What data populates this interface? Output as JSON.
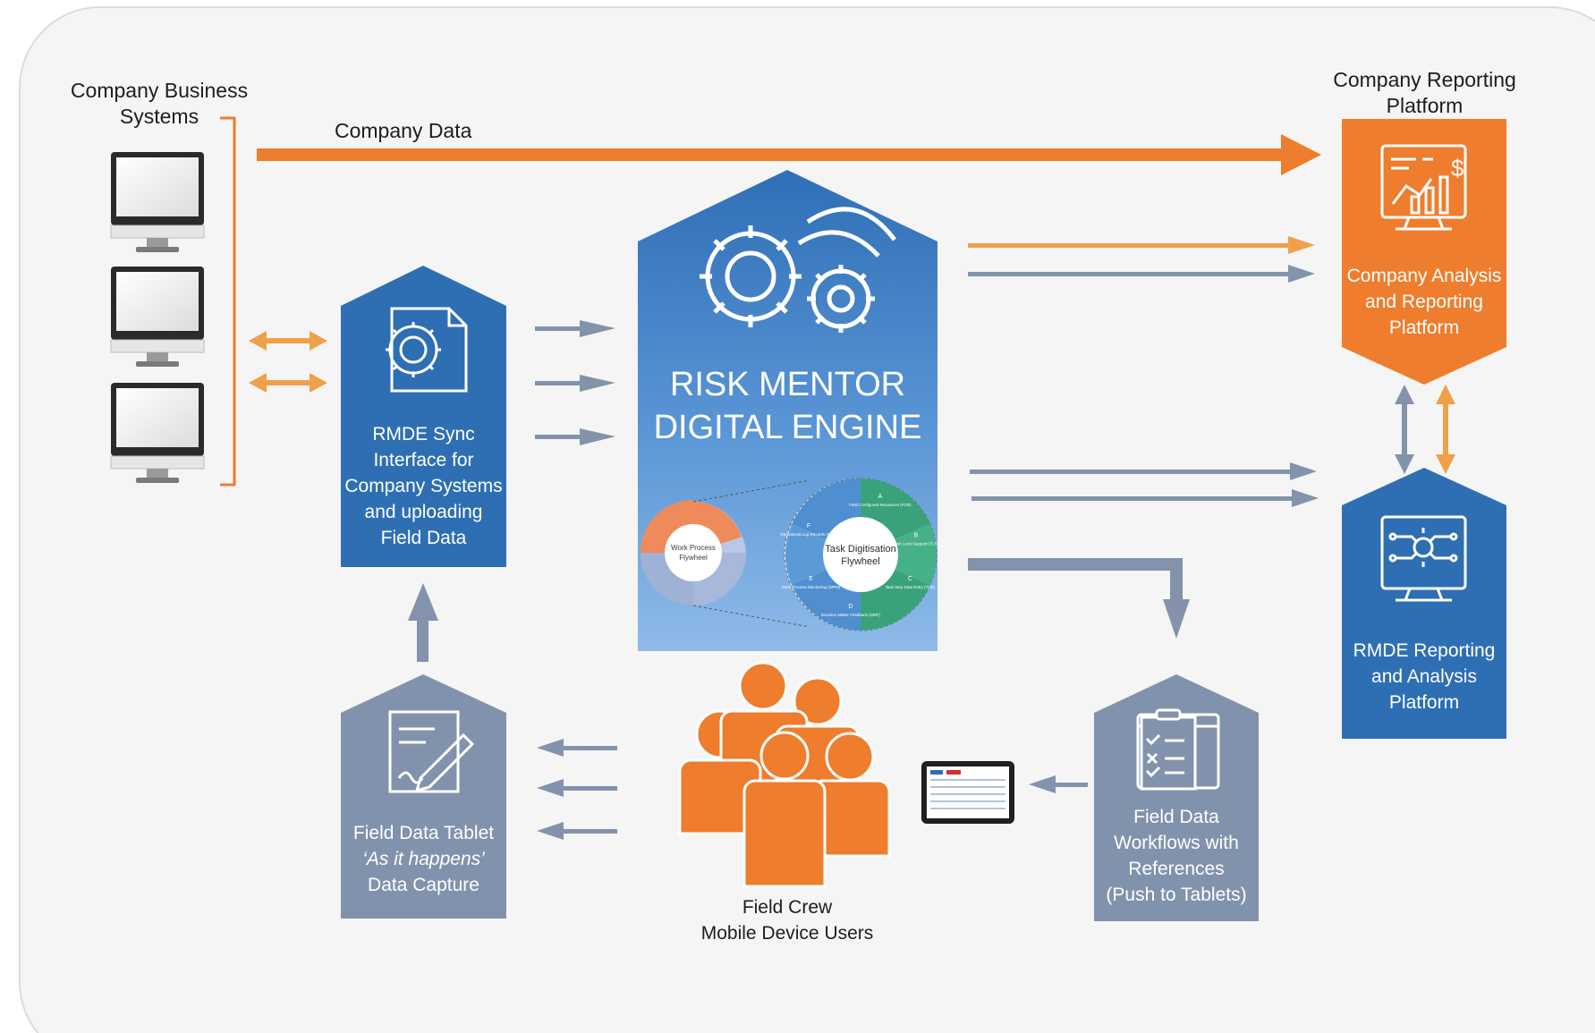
{
  "colors": {
    "orange": "#ee7d2d",
    "blue": "#2e6fb3",
    "slate": "#8193ac",
    "arrow_slate": "#8293ab",
    "background": "#f5f5f5"
  },
  "nodes": {
    "business_systems": {
      "lines": [
        "Company Business",
        "Systems"
      ],
      "icon": "desktop-monitor-icon"
    },
    "reporting_platform_title": {
      "lines": [
        "Company Reporting",
        "Platform"
      ]
    },
    "company_data": {
      "label": "Company Data"
    },
    "sync_interface": {
      "lines": [
        "RMDE Sync",
        "Interface for",
        "Company Systems",
        "and uploading",
        "Field Data"
      ],
      "icon": "document-sync-gear-icon"
    },
    "engine": {
      "lines": [
        "RISK MENTOR",
        "DIGITAL ENGINE"
      ],
      "icon": "gears-signal-icon"
    },
    "flywheel_small": {
      "title": [
        "Work Process",
        "Flywheel"
      ]
    },
    "flywheel_large": {
      "title": [
        "Task Digitisation",
        "Flywheel"
      ],
      "segments": [
        {
          "letter": "A",
          "text": "Field Configured Resources (FCR)"
        },
        {
          "letter": "B",
          "text": "Task Level Support (TLS)"
        },
        {
          "letter": "C",
          "text": "Task Step Data Entry (TDE)"
        },
        {
          "letter": "D",
          "text": "Decision Maker Feedback (DMF)"
        },
        {
          "letter": "E",
          "text": "Work Process Monitoring (WPM)"
        },
        {
          "letter": "F",
          "text": "Operational Log Records (OLR)"
        }
      ]
    },
    "company_analysis": {
      "lines": [
        "Company Analysis",
        "and Reporting",
        "Platform"
      ],
      "icon": "analytics-dashboard-icon"
    },
    "rmde_reporting": {
      "lines": [
        "RMDE Reporting",
        "and Analysis",
        "Platform"
      ],
      "icon": "circuit-monitor-icon"
    },
    "field_tablet": {
      "lines": [
        "Field Data Tablet",
        "‘As it happens’",
        "Data Capture"
      ],
      "icon": "edit-document-icon"
    },
    "field_crew": {
      "lines": [
        "Field Crew",
        "Mobile Device Users"
      ],
      "icon": "people-group-icon"
    },
    "field_workflows": {
      "lines": [
        "Field Data",
        "Workflows with",
        "References",
        "(Push to Tablets)"
      ],
      "icon": "checklist-clipboard-icon"
    },
    "tablet_device": {
      "icon": "tablet-device-icon"
    }
  }
}
